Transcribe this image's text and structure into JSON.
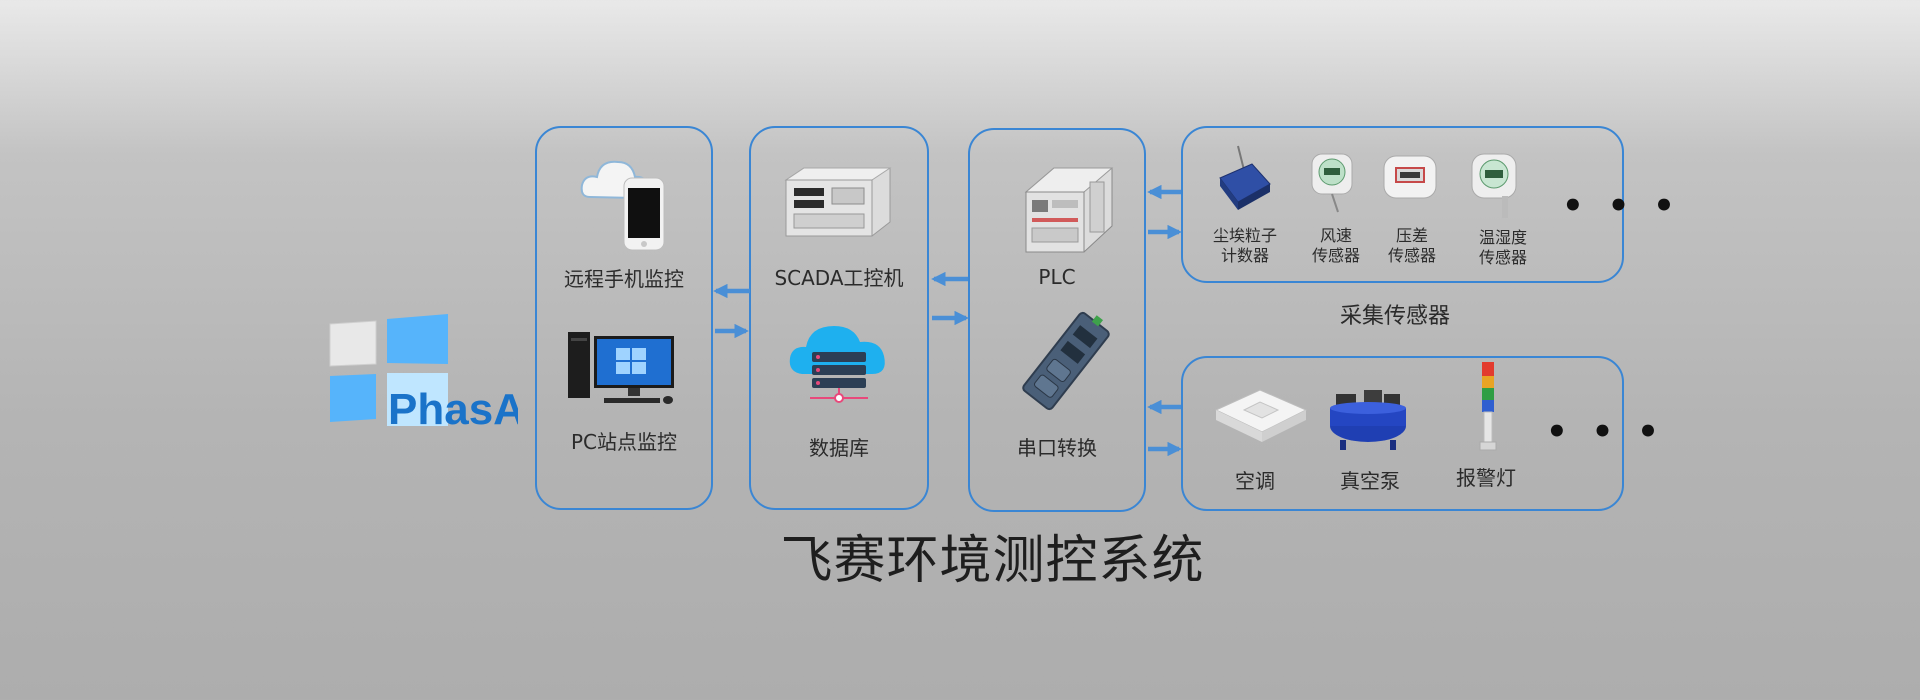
{
  "logo": {
    "text": "PhasA",
    "colors": {
      "blue": "#1a73c9",
      "light": "#5bb6ff",
      "gray": "#e6e6e6"
    }
  },
  "panels": {
    "remote": {
      "items": [
        {
          "label": "远程手机监控",
          "icon": "cloud-phone-icon"
        },
        {
          "label": "PC站点监控",
          "icon": "desktop-pc-icon"
        }
      ]
    },
    "scada": {
      "items": [
        {
          "label": "SCADA工控机",
          "icon": "industrial-pc-icon"
        },
        {
          "label": "数据库",
          "icon": "cloud-database-icon"
        }
      ]
    },
    "plc": {
      "items": [
        {
          "label": "PLC",
          "icon": "plc-module-icon"
        },
        {
          "label": "串口转换",
          "icon": "serial-converter-icon"
        }
      ]
    },
    "sensors": {
      "caption": "采集传感器",
      "items": [
        {
          "line1": "尘埃粒子",
          "line2": "计数器",
          "icon": "particle-counter-icon"
        },
        {
          "line1": "风速",
          "line2": "传感器",
          "icon": "wind-sensor-icon"
        },
        {
          "line1": "压差",
          "line2": "传感器",
          "icon": "pressure-sensor-icon"
        },
        {
          "line1": "温湿度",
          "line2": "传感器",
          "icon": "humidity-sensor-icon"
        }
      ],
      "more": "• • •"
    },
    "actuators": {
      "items": [
        {
          "label": "空调",
          "icon": "air-conditioner-icon"
        },
        {
          "label": "真空泵",
          "icon": "vacuum-pump-icon"
        },
        {
          "label": "报警灯",
          "icon": "alarm-light-icon"
        }
      ],
      "more": "• • •"
    }
  },
  "title": "飞赛环境测控系统",
  "accent": "#3a86d4"
}
